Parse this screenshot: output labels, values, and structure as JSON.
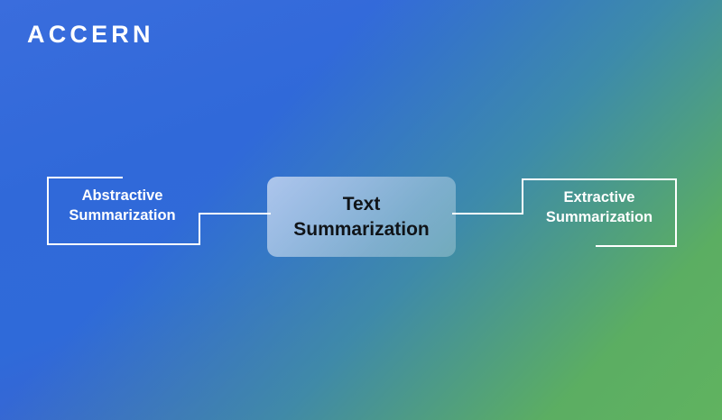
{
  "slide": {
    "brand": "ACCERN",
    "background": {
      "from": "#3a6ddd",
      "mid": "#4092a0",
      "to": "#60b360"
    },
    "accent_stroke": "#ffffff",
    "center_text_color": "#101418"
  },
  "diagram": {
    "center_node": {
      "label": "Text\nSummarization"
    },
    "branches": [
      {
        "side": "left",
        "label": "Abstractive\nSummarization"
      },
      {
        "side": "right",
        "label": "Extractive\nSummarization"
      }
    ]
  }
}
